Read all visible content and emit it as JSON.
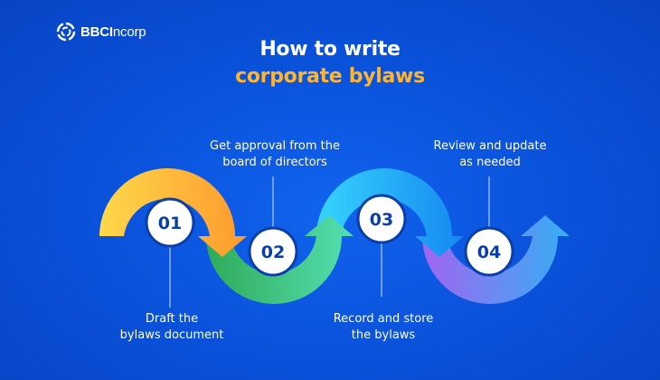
{
  "brand": {
    "logo_bold": "BBCI",
    "logo_light": "ncorp",
    "icon": "circular-logo-icon"
  },
  "title": {
    "line1": "How to write",
    "line2": "corporate bylaws"
  },
  "colors": {
    "background": "#0a50d8",
    "accent": "#ffb52e",
    "number_text": "#0a3ea8"
  },
  "steps": [
    {
      "number": "01",
      "label_line1": "Draft the",
      "label_line2": "bylaws document"
    },
    {
      "number": "02",
      "label_line1": "Get approval from the",
      "label_line2": "board of directors"
    },
    {
      "number": "03",
      "label_line1": "Record and store",
      "label_line2": "the bylaws"
    },
    {
      "number": "04",
      "label_line1": "Review and update",
      "label_line2": "as needed"
    }
  ]
}
